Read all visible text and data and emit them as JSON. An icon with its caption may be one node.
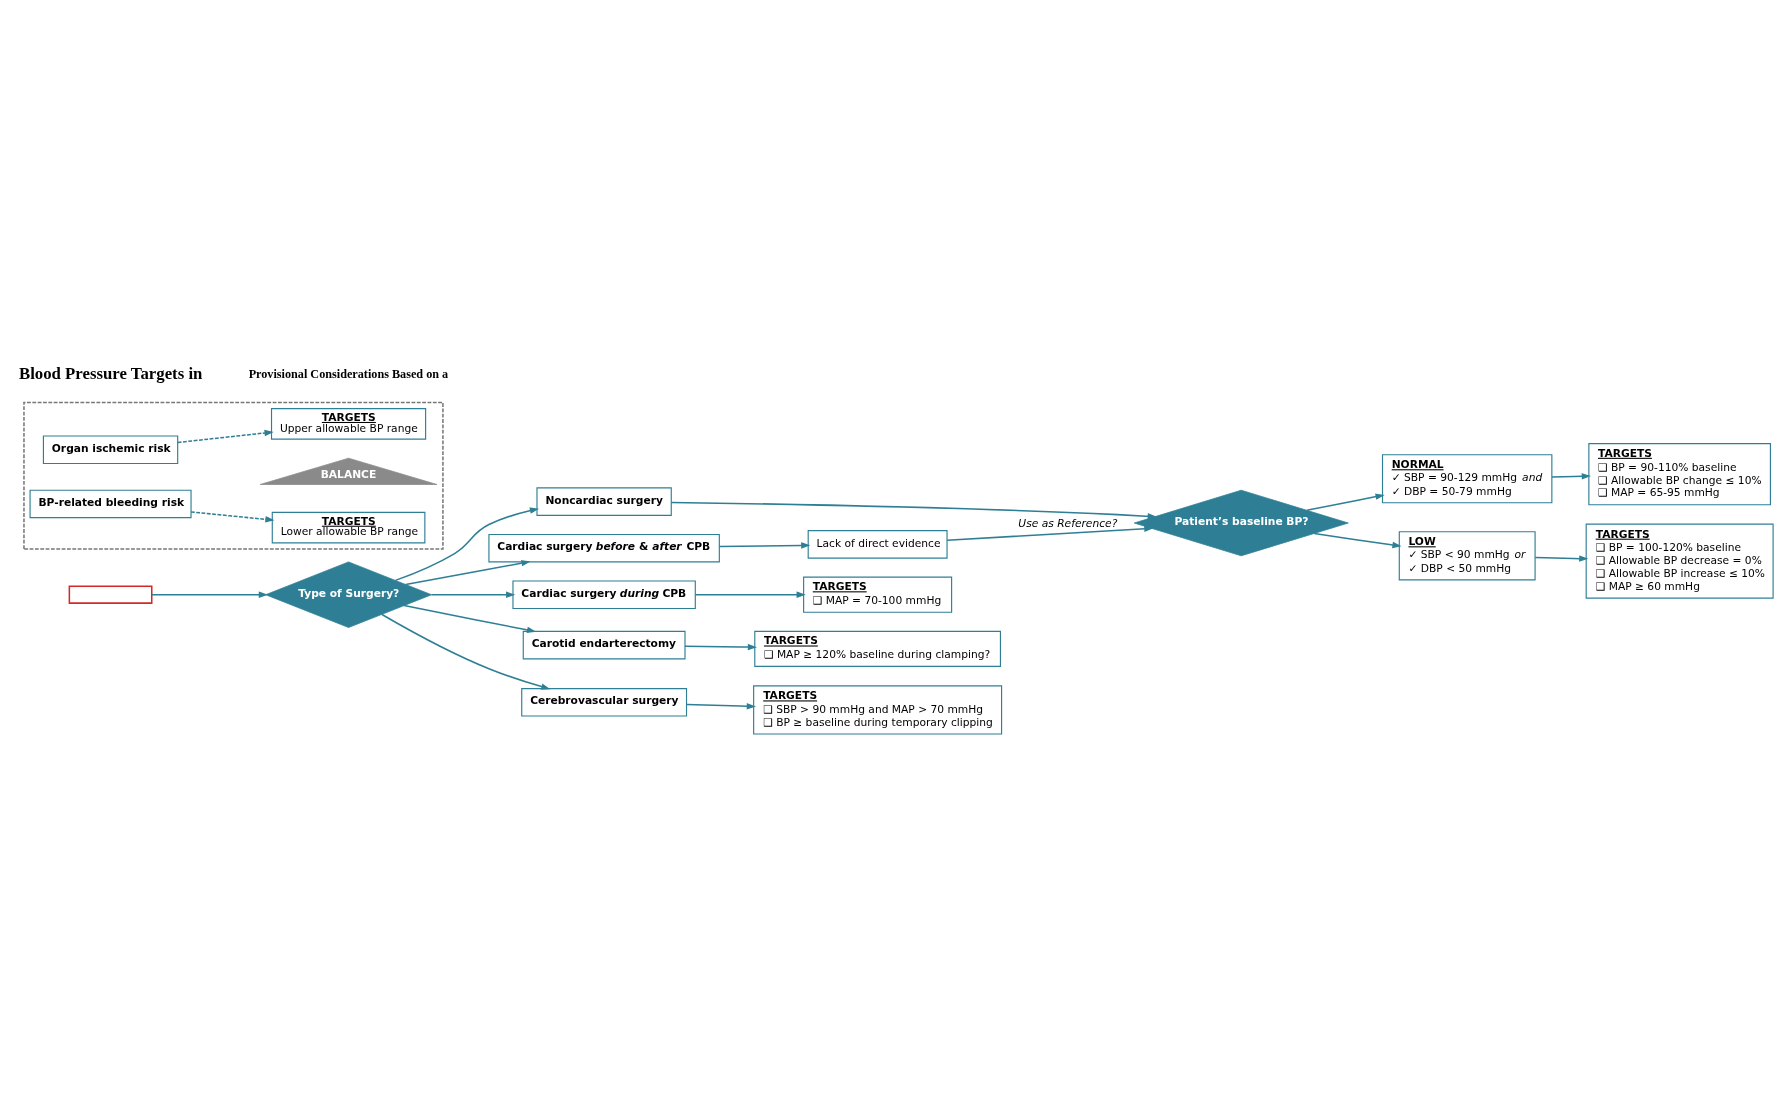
{
  "diagram": {
    "nodes": [
      {
        "text": [],
        "shape": "box"
      },
      {
        "text": [
          "Type of Surgery?"
        ]
      },
      {
        "text": [
          "Noncardiac surgery"
        ]
      },
      {
        "text": [
          "Cardiac surgery *before* & *after* CPB"
        ]
      },
      {
        "text": [
          "Cardiac surgery *during* CPB"
        ]
      },
      {
        "text": [
          "Carotid endarterectomy"
        ]
      },
      {
        "text": [
          "Cerebrovascular surgery"
        ]
      },
      {
        "text": [
          "Patient’s baseline BP?"
        ]
      },
      {
        "text": [
          "Lack of direct evidence"
        ]
      },
      {
        "text": [
          "TARGETS",
          "❑ MAP = 70-100 mmHg"
        ]
      },
      {
        "text": [
          "TARGETS",
          "❑ MAP ≥ 120% baseline during clamping?"
        ]
      },
      {
        "text": [
          "TARGETS",
          "❑ SBP > 90 mmHg and MAP > 70 mmHg",
          "❑ BP ≥ baseline during temporary clipping"
        ]
      },
      {
        "text": [
          "NORMAL",
          "✓ SBP = 90-129 mmHg *and*",
          "✓ DBP = 50-79 mmHg"
        ]
      },
      {
        "text": [
          "LOW",
          "✓ SBP < 90 mmHg *or*",
          "✓ DBP < 50 mmHg"
        ]
      },
      {
        "text": [
          "TARGETS",
          "❑ BP = 90-110% baseline",
          "❑ Allowable BP change ≤ 10%",
          "❑ MAP = 65-95 mmHg"
        ]
      },
      {
        "text": [
          "TARGETS",
          "❑ BP = 100-120% baseline",
          "❑ Allowable BP decrease = 0%",
          "❑ Allowable BP increase ≤ 10%",
          "❑ MAP ≥ 60 mmHg"
        ]
      },
      {
        "text": [],
        "shape": "box"
      },
      {
        "text": [
          "TARGETS",
          "Upper allowable BP range"
        ],
        "in": 16
      },
      {
        "text": [
          "TARGETS",
          "Lower allowable BP range"
        ],
        "in": 16
      },
      {
        "text": [
          "Organ ischemic risk"
        ],
        "in": 16
      },
      {
        "text": [
          "BP-related bleeding risk"
        ],
        "in": 16
      },
      {
        "text": [
          "BALANCE"
        ],
        "in": 16
      }
    ],
    "edges": [
      {
        "from": 0,
        "to": 1,
        "arrow": "to"
      },
      {
        "from": 1,
        "to": 2,
        "arrow": "to"
      },
      {
        "from": 1,
        "to": 3,
        "arrow": "to"
      },
      {
        "from": 1,
        "to": 4,
        "arrow": "to"
      },
      {
        "from": 1,
        "to": 5,
        "arrow": "to"
      },
      {
        "from": 1,
        "to": 6,
        "arrow": "to"
      },
      {
        "from": 2,
        "to": 7,
        "arrow": "to"
      },
      {
        "from": 3,
        "to": 8,
        "arrow": "to"
      },
      {
        "from": 8,
        "to": 7,
        "arrow": "to",
        "label": "Use as Reference?"
      },
      {
        "from": 4,
        "to": 9,
        "arrow": "to"
      },
      {
        "from": 5,
        "to": 10,
        "arrow": "to"
      },
      {
        "from": 6,
        "to": 11,
        "arrow": "to"
      },
      {
        "from": 7,
        "to": 12,
        "arrow": "to"
      },
      {
        "from": 7,
        "to": 13,
        "arrow": "to"
      },
      {
        "from": 12,
        "to": 14,
        "arrow": "to"
      },
      {
        "from": 13,
        "to": 15,
        "arrow": "to"
      },
      {
        "from": 19,
        "to": 17,
        "arrow": "to",
        "style": "dashed"
      },
      {
        "from": 20,
        "to": 18,
        "arrow": "to",
        "style": "dashed"
      }
    ],
    "labels": [
      "Blood Pressure Targets in",
      "Provisional Considerations Based on a"
    ]
  }
}
